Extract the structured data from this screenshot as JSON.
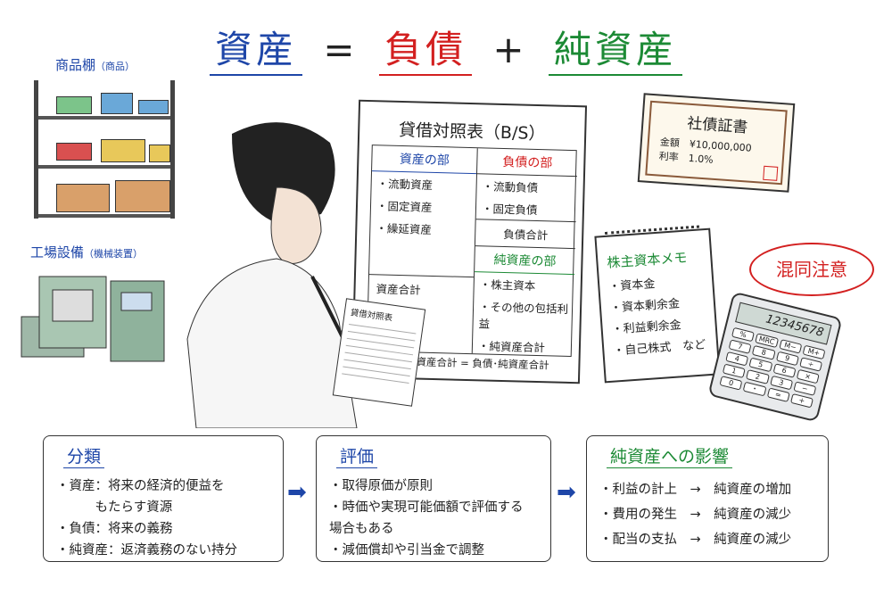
{
  "title": {
    "assets": "資産",
    "equals": "=",
    "liabilities": "負債",
    "plus": "+",
    "net_assets": "純資産"
  },
  "colors": {
    "blue": "#1e46a8",
    "red": "#d32020",
    "green": "#1c8a35"
  },
  "labels": {
    "shelf": "商品棚",
    "shelf_note": "（商品）",
    "factory": "工場設備",
    "factory_note": "（機械装置）"
  },
  "balance_sheet": {
    "title": "貸借対照表（B/S）",
    "assets_header": "資産の部",
    "assets_items": [
      "・流動資産",
      "・固定資産",
      "・繰延資産"
    ],
    "assets_total": "資産合計",
    "liab_header": "負債の部",
    "liab_items": [
      "・流動負債",
      "・固定負債"
    ],
    "liab_total": "負債合計",
    "net_header": "純資産の部",
    "net_items": [
      "・株主資本",
      "・その他の包括利益",
      "・純資産合計"
    ],
    "equation": "資産合計 = 負債･純資産合計"
  },
  "small_paper": {
    "title": "貸借対照表"
  },
  "bond": {
    "title": "社債証書",
    "amount_label": "金額",
    "amount": "¥10,000,000",
    "rate_label": "利率",
    "rate": "1.0%"
  },
  "memo": {
    "title": "株主資本メモ",
    "items": [
      "・資本金",
      "・資本剰余金",
      "・利益剰余金",
      "・自己株式　など"
    ]
  },
  "bubble": "混同注意",
  "calculator": {
    "display": "12345678",
    "keys": [
      "%",
      "MRC",
      "M−",
      "M+",
      "7",
      "8",
      "9",
      "÷",
      "4",
      "5",
      "6",
      "×",
      "1",
      "2",
      "3",
      "−",
      "0",
      "・",
      "=",
      "+"
    ]
  },
  "panels": [
    {
      "title": "分類",
      "items": [
        "・資産：将来の経済的便益を",
        "　　　もたらす資源",
        "・負債：将来の義務",
        "・純資産：返済義務のない持分"
      ]
    },
    {
      "title": "評価",
      "items": [
        "・取得原価が原則",
        "・時価や実現可能価額で評価する",
        "場合もある",
        "・減価償却や引当金で調整"
      ]
    },
    {
      "title": "純資産への影響",
      "items": [
        "・利益の計上　→　純資産の増加",
        "・費用の発生　→　純資産の減少",
        "・配当の支払　→　純資産の減少"
      ]
    }
  ],
  "icons": {
    "arrow": "right-arrow-icon"
  }
}
